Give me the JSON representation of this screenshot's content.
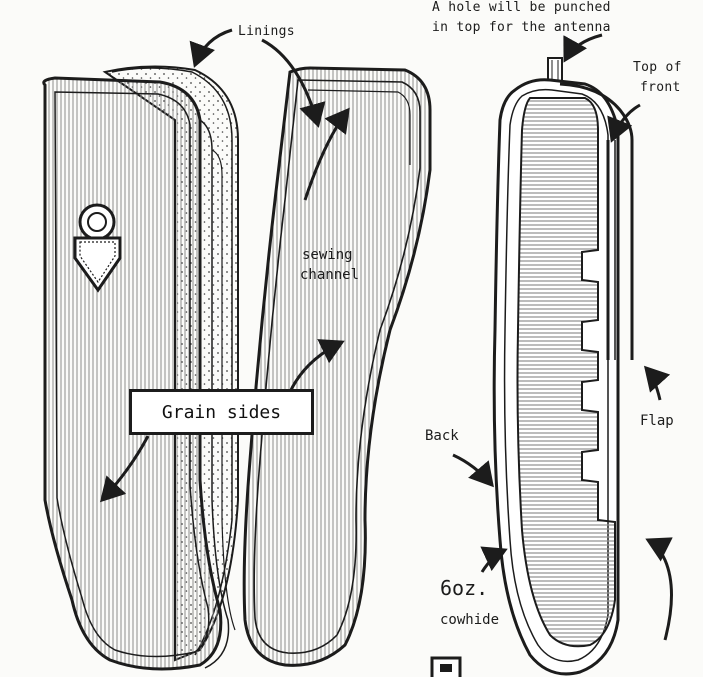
{
  "labels": {
    "linings": "Linings",
    "hole_line1": "A hole will be punched",
    "hole_line2": "in top for the antenna",
    "top_front_line1": "Top of",
    "top_front_line2": "front",
    "sewing_line1": "sewing",
    "sewing_line2": "channel",
    "grain_sides": "Grain sides",
    "flap": "Flap",
    "back": "Back",
    "weight": "6oz.",
    "material": "cowhide"
  },
  "colors": {
    "ink": "#1c1c1c",
    "paper": "#fbfbf9",
    "shading": "#9a9a9a"
  }
}
